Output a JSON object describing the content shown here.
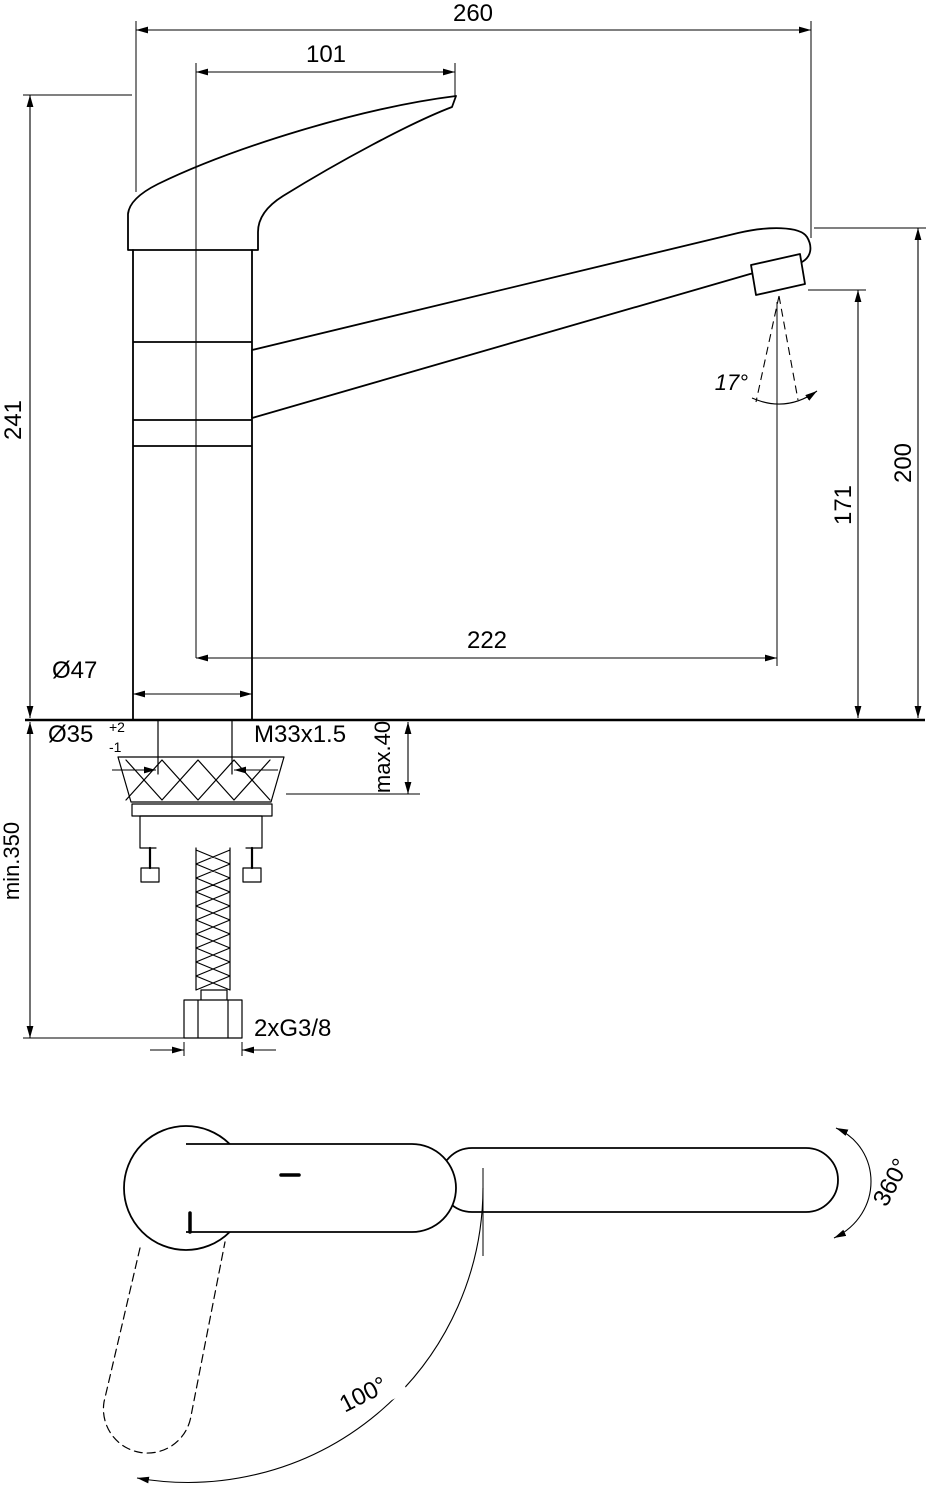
{
  "side_view": {
    "overall_length": "260",
    "handle_length": "101",
    "total_height": "241",
    "spout_top_height": "200",
    "outlet_height": "171",
    "outlet_angle": "17°",
    "spout_reach": "222",
    "body_diameter": "Ø47",
    "hole_diameter": "Ø35",
    "hole_tolerance_plus": "+2",
    "hole_tolerance_minus": "-1",
    "shank_thread": "M33x1.5",
    "max_deck_thickness": "max.40",
    "min_hose_length": "min.350",
    "supply_connection": "2xG3/8"
  },
  "top_view": {
    "spout_rotation": "360°",
    "handle_rotation": "100°"
  }
}
